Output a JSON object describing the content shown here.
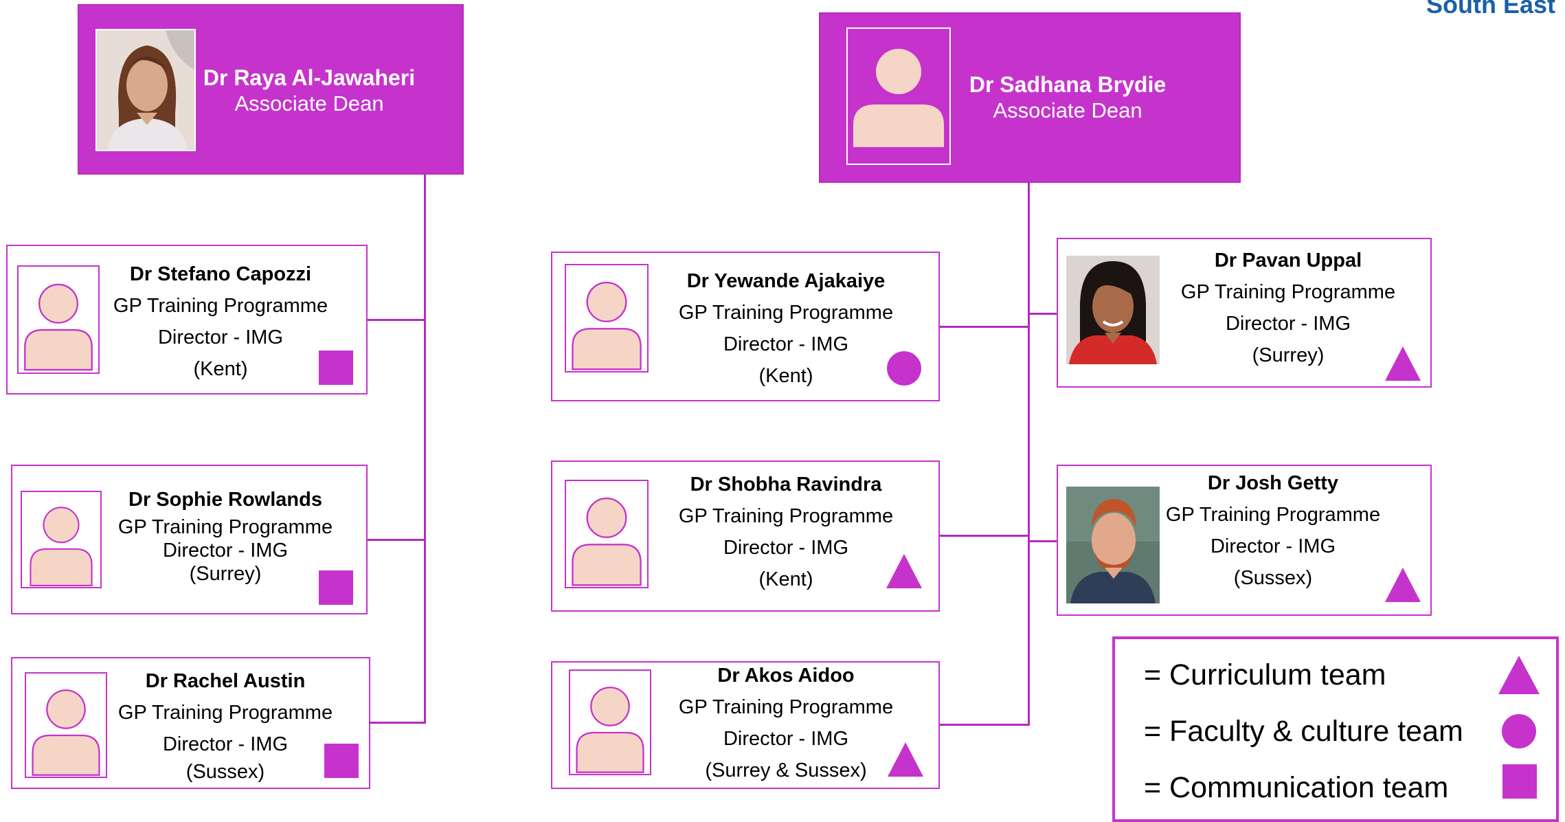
{
  "header": {
    "region": "South East"
  },
  "deans": [
    {
      "name": "Dr Raya Al-Jawaheri",
      "role": "Associate Dean",
      "photo": "photo-woman-icon"
    },
    {
      "name": "Dr Sadhana Brydie",
      "role": "Associate Dean",
      "photo": "person-placeholder-icon"
    }
  ],
  "directors": [
    {
      "name": "Dr Stefano Capozzi",
      "line1": "GP Training Programme",
      "line2": "Director - IMG",
      "area": "(Kent)",
      "team": "square"
    },
    {
      "name": "Dr Sophie Rowlands",
      "line1": "GP Training Programme",
      "line2": "Director - IMG",
      "area": "(Surrey)",
      "team": "square"
    },
    {
      "name": "Dr Rachel Austin",
      "line1": "GP Training Programme",
      "line2": "Director - IMG",
      "area": "(Sussex)",
      "team": "square"
    },
    {
      "name": "Dr Yewande Ajakaiye",
      "line1": "GP Training Programme",
      "line2": "Director - IMG",
      "area": "(Kent)",
      "team": "circle"
    },
    {
      "name": "Dr Shobha Ravindra",
      "line1": "GP Training Programme",
      "line2": "Director - IMG",
      "area": "(Kent)",
      "team": "triangle"
    },
    {
      "name": "Dr Akos Aidoo",
      "line1": "GP Training Programme",
      "line2": "Director - IMG",
      "area": "(Surrey & Sussex)",
      "team": "triangle"
    },
    {
      "name": "Dr Pavan Uppal",
      "line1": "GP Training Programme",
      "line2": "Director - IMG",
      "area": "(Surrey)",
      "team": "triangle"
    },
    {
      "name": "Dr Josh Getty",
      "line1": "GP Training Programme",
      "line2": "Director - IMG",
      "area": "(Sussex)",
      "team": "triangle"
    }
  ],
  "legend": [
    {
      "label": "= Curriculum team",
      "shape": "triangle"
    },
    {
      "label": "= Faculty & culture team",
      "shape": "circle"
    },
    {
      "label": "= Communication team",
      "shape": "square"
    }
  ],
  "colors": {
    "accent": "#c633cc",
    "avatar_fill": "#f5d6c6",
    "region_text": "#1a5fa8"
  }
}
